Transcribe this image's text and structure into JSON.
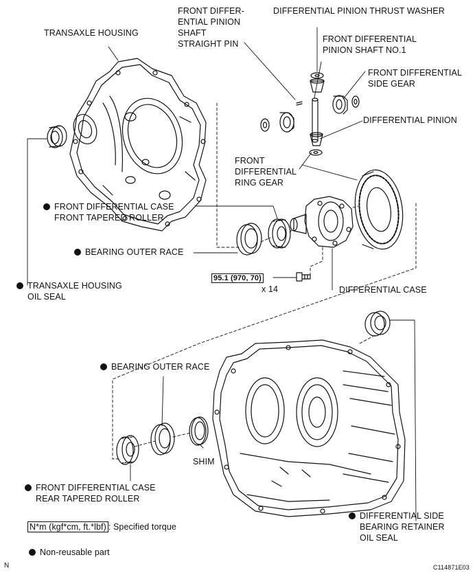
{
  "labels": {
    "transaxle_housing": "TRANSAXLE HOUSING",
    "straight_pin": [
      "FRONT DIFFER-",
      "ENTIAL PINION",
      "SHAFT",
      "STRAIGHT PIN"
    ],
    "thrust_washer": "DIFFERENTIAL PINION THRUST WASHER",
    "pinion_shaft": [
      "FRONT DIFFERENTIAL",
      "PINION SHAFT NO.1"
    ],
    "side_gear": [
      "FRONT DIFFERENTIAL",
      "SIDE GEAR"
    ],
    "differential_pinion": "DIFFERENTIAL PINION",
    "ring_gear": [
      "FRONT",
      "DIFFERENTIAL",
      "RING GEAR"
    ],
    "front_roller": [
      "FRONT DIFFERENTIAL CASE",
      "FRONT TAPERED ROLLER"
    ],
    "bearing_outer_race_1": "BEARING OUTER RACE",
    "housing_oil_seal": [
      "TRANSAXLE HOUSING",
      "OIL SEAL"
    ],
    "torque_value": "95.1 (970, 70)",
    "bolt_count": "x 14",
    "differential_case": "DIFFERENTIAL CASE",
    "bearing_outer_race_2": "BEARING OUTER RACE",
    "shim": "SHIM",
    "rear_roller": [
      "FRONT DIFFERENTIAL CASE",
      "REAR TAPERED ROLLER"
    ],
    "retainer_oil_seal": [
      "DIFFERENTIAL SIDE",
      "BEARING RETAINER",
      "OIL SEAL"
    ]
  },
  "legend": {
    "torque_unit": "N*m (kgf*cm, ft.*lbf)",
    "torque_text": ": Specified torque",
    "nonreusable_text": "Non-reusable part"
  },
  "footer": {
    "left_mark": "N",
    "figure_code": "C114871E03"
  }
}
